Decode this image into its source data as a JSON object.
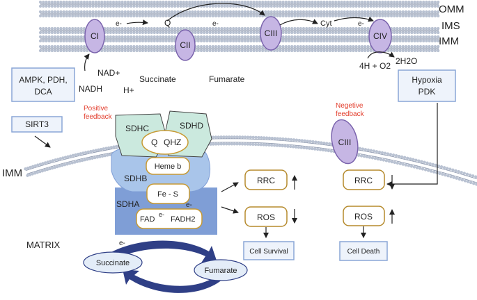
{
  "membrane_labels": {
    "omm": "OMM",
    "ims": "IMS",
    "imm_top": "IMM",
    "imm_curved": "IMM",
    "matrix": "MATRIX"
  },
  "complexes": {
    "ci": "CI",
    "cii": "CII",
    "ciii": "CIII",
    "civ": "CIV",
    "ciii_right": "CIII"
  },
  "electrons": {
    "e1": "e-",
    "e2": "e-",
    "e3": "e-",
    "e4": "e-",
    "e5": "e-",
    "e6": "e-"
  },
  "carriers": {
    "q": "Q",
    "cyt": "Cyt"
  },
  "molecules": {
    "nad_plus": "NAD+",
    "nadh": "NADH",
    "h_plus": "H+",
    "succinate_top": "Succinate",
    "fumarate_top": "Fumarate",
    "four_h_o2": "4H + O2",
    "two_h2o": "2H2O"
  },
  "boxes": {
    "ampk": [
      "AMPK, PDH,",
      "DCA"
    ],
    "sirt3": "SIRT3",
    "hypoxia": [
      "Hypoxia",
      "PDK"
    ]
  },
  "feedback": {
    "positive": [
      "Positive",
      "feedback"
    ],
    "negative": [
      "Negetive",
      "feedback"
    ]
  },
  "sdh": {
    "sdhc": "SDHC",
    "sdhd": "SDHD",
    "q": "Q",
    "qhz": "QHZ",
    "heme": "Heme b",
    "sdhb": "SDHB",
    "fes": "Fe - S",
    "sdha": "SDHA",
    "fad": "FAD",
    "fadh2": "FADH2"
  },
  "outcomes": {
    "rrc_left": "RRC",
    "ros_left": "ROS",
    "cell_survival": "Cell Survival",
    "rrc_right": "RRC",
    "ros_right": "ROS",
    "cell_death": "Cell Death"
  },
  "cycle": {
    "succinate": "Succinate",
    "fumarate": "Fumarate"
  },
  "colors": {
    "membrane_head": "#b9c2d2",
    "membrane_line": "#8c97ad",
    "complex_fill": "#c6b6e4",
    "complex_stroke": "#7b64ad",
    "box_stroke": "#8aa6d6",
    "box_fill": "#eef3fb",
    "outcome_stroke": "#b58a2c",
    "red": "#e23b2a",
    "sdhcd_fill": "#cbe9de",
    "sdhb_fill": "#a9c5ea",
    "sdha_fill": "#7f9ed6",
    "cycle_arrow": "#2f3f86",
    "cycle_fill": "#e4edf8"
  }
}
